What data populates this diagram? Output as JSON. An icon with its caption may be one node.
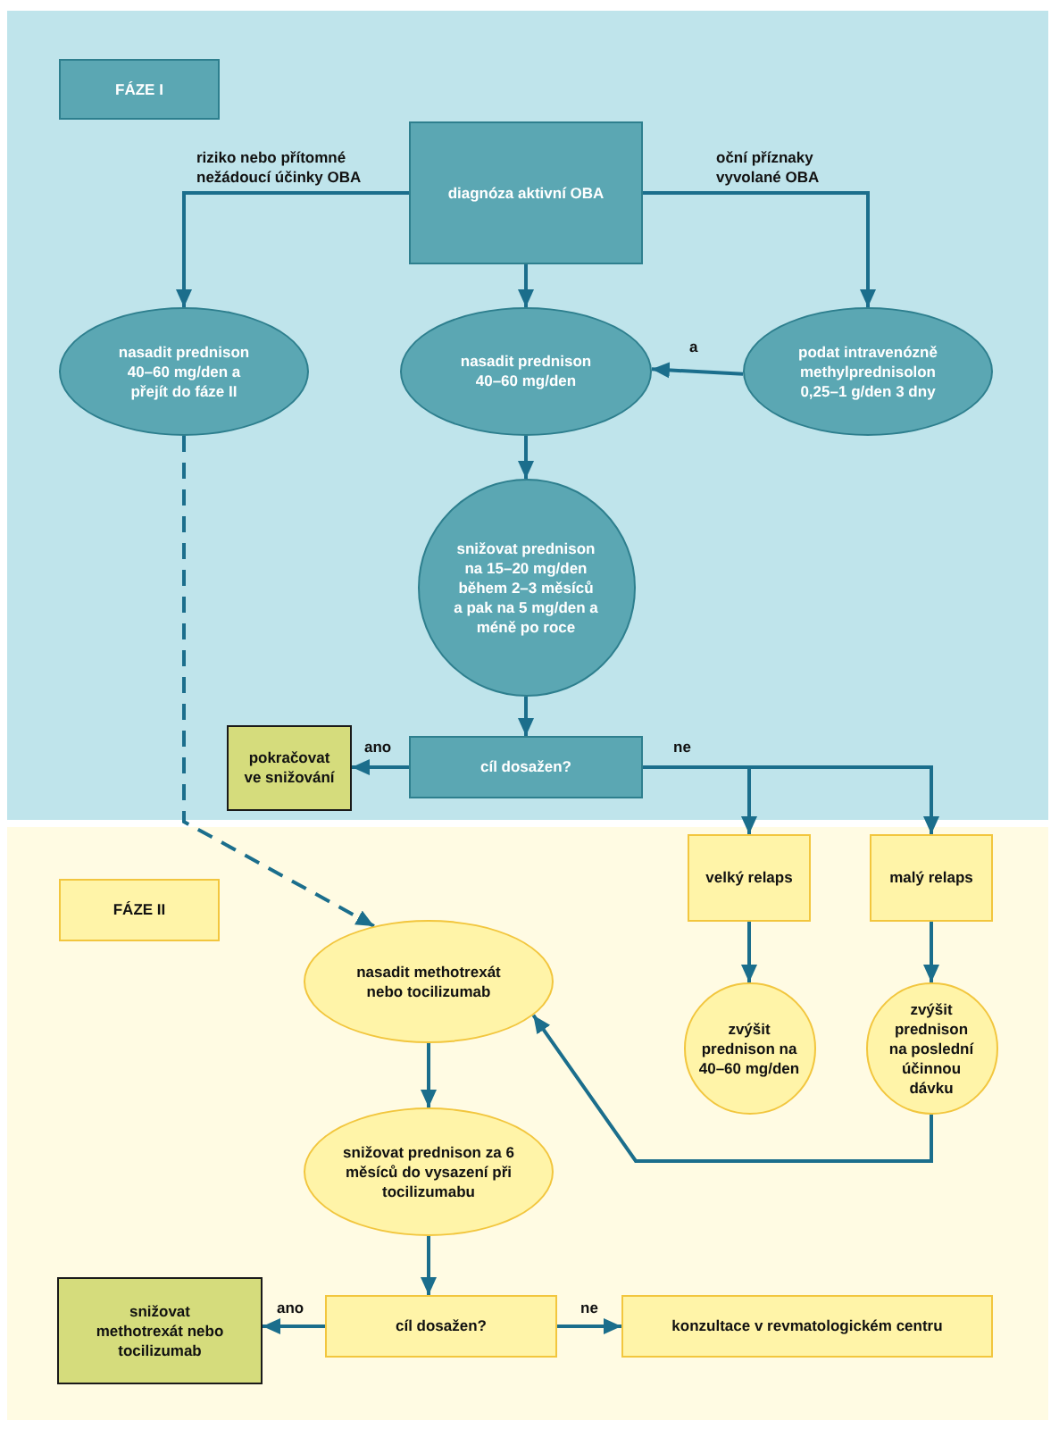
{
  "diagram": {
    "nodes": [
      {
        "text": [
          "FÁZE I"
        ]
      },
      {
        "text": [
          "diagnóza aktivní OBA"
        ]
      },
      {
        "text": [
          "nasadit prednison 40–60 mg/den a přejít do fáze II"
        ]
      },
      {
        "text": [
          "nasadit prednison 40–60 mg/den"
        ]
      },
      {
        "text": [
          "podat intravenózně methylprednisolon 0,25–1 g/den 3 dny"
        ]
      },
      {
        "text": [
          "snižovat prednison na 15–20 mg/den během 2–3 měsíců a pak na 5 mg/den a méně po roce"
        ]
      },
      {
        "text": [
          "pokračovat ve snižování"
        ]
      },
      {
        "text": [
          "cíl dosažen?"
        ]
      },
      {
        "text": [
          "velký relaps"
        ]
      },
      {
        "text": [
          "malý relaps"
        ]
      },
      {
        "text": [
          "FÁZE II"
        ]
      },
      {
        "text": [
          "nasadit methotrexát nebo tocilizumab"
        ]
      },
      {
        "text": [
          "zvýšit prednison na 40–60 mg/den"
        ]
      },
      {
        "text": [
          "zvýšit prednison na poslední účinnou dávku"
        ]
      },
      {
        "text": [
          "snižovat prednison za 6 měsíců do vysazení při tocilizumabu"
        ]
      },
      {
        "text": [
          "snižovat methotrexát nebo tocilizumab"
        ]
      },
      {
        "text": [
          "cíl dosažen?"
        ]
      },
      {
        "text": [
          "konzultace v revmatologickém centru"
        ]
      }
    ],
    "edges": [
      {
        "from": 1,
        "to": 2,
        "arrow": "to",
        "label": "riziko nebo přítomné nežádoucí účinky OBA"
      },
      {
        "from": 1,
        "to": 3,
        "arrow": "to"
      },
      {
        "from": 1,
        "to": 4,
        "arrow": "to",
        "label": "oční příznaky vyvolané OBA"
      },
      {
        "from": 4,
        "to": 3,
        "arrow": "to",
        "label": "a"
      },
      {
        "from": 3,
        "to": 5,
        "arrow": "to"
      },
      {
        "from": 5,
        "to": 7,
        "arrow": "to"
      },
      {
        "from": 7,
        "to": 6,
        "arrow": "to",
        "label": "ano"
      },
      {
        "from": 7,
        "to": 8,
        "arrow": "to",
        "label": "ne"
      },
      {
        "from": 7,
        "to": 9,
        "arrow": "to"
      },
      {
        "from": 2,
        "to": 11,
        "arrow": "to",
        "style": "dashed"
      },
      {
        "from": 8,
        "to": 12,
        "arrow": "to"
      },
      {
        "from": 9,
        "to": 13,
        "arrow": "to"
      },
      {
        "from": 13,
        "to": 11,
        "arrow": "to"
      },
      {
        "from": 11,
        "to": 14,
        "arrow": "to"
      },
      {
        "from": 14,
        "to": 16,
        "arrow": "to"
      },
      {
        "from": 16,
        "to": 15,
        "arrow": "to",
        "label": "ano"
      },
      {
        "from": 16,
        "to": 17,
        "arrow": "to",
        "label": "ne"
      }
    ]
  }
}
